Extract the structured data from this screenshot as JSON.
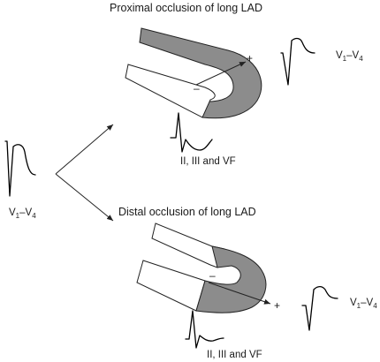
{
  "top_panel": {
    "title": "Proximal occlusion of long LAD",
    "right_lead": {
      "main": "V",
      "sub1": "1",
      "dash": "–V",
      "sub2": "4"
    },
    "bottom_label": "II, III and VF",
    "plus_sign": "+",
    "minus_sign": "–"
  },
  "left_panel": {
    "lead": {
      "main": "V",
      "sub1": "1",
      "dash": "–V",
      "sub2": "4"
    }
  },
  "bottom_panel": {
    "title": "Distal occlusion of long LAD",
    "right_lead": {
      "main": "V",
      "sub1": "1",
      "dash": "–V",
      "sub2": "4"
    },
    "bottom_label": "II, III and VF",
    "plus_sign": "+",
    "minus_sign": "–"
  },
  "colors": {
    "infarct_wall": "#8c8c8c",
    "normal_wall": "#ffffff",
    "outline": "#222222"
  }
}
